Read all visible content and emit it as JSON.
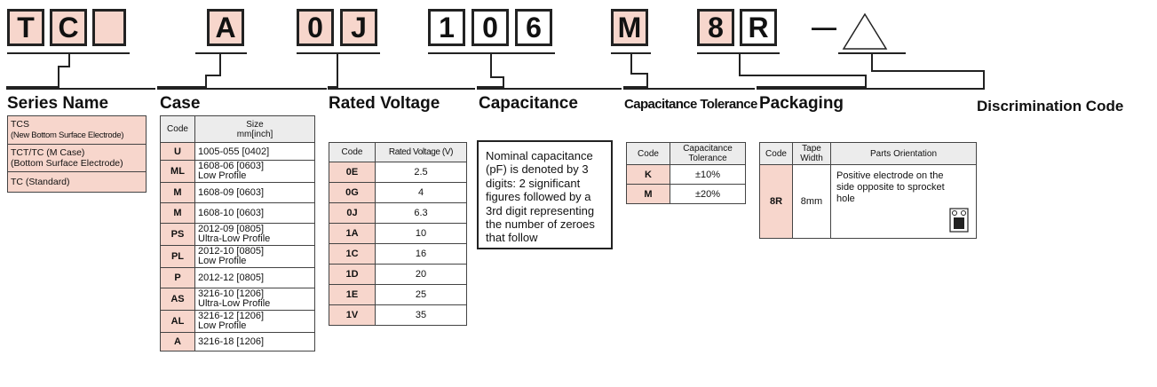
{
  "code_boxes": {
    "b1": "T",
    "b2": "C",
    "b3": "",
    "b4": "A",
    "b5": "0",
    "b6": "J",
    "b7": "1",
    "b8": "0",
    "b9": "6",
    "b10": "M",
    "b11": "8",
    "b12": "R",
    "dash": "—"
  },
  "headers": {
    "series": "Series Name",
    "case": "Case",
    "voltage": "Rated Voltage",
    "capacitance": "Capacitance",
    "tolerance": "Capacitance Tolerance",
    "packaging": "Packaging",
    "discrimination": "Discrimination Code"
  },
  "series": {
    "rows": [
      {
        "line1": "TCS",
        "line2": "(New Bottom Surface Electrode)"
      },
      {
        "line1": "TCT/TC (M Case)",
        "line2": "(Bottom Surface Electrode)"
      },
      {
        "line1": "TC (Standard)",
        "line2": ""
      }
    ]
  },
  "case": {
    "col_code": "Code",
    "col_size1": "Size",
    "col_size2": "mm[inch]",
    "rows": [
      {
        "code": "U",
        "l1": "1005-055 [0402]",
        "l2": ""
      },
      {
        "code": "ML",
        "l1": "1608-06 [0603]",
        "l2": "Low Profile"
      },
      {
        "code": "M",
        "l1": "1608-09 [0603]",
        "l2": ""
      },
      {
        "code": "M",
        "l1": "1608-10 [0603]",
        "l2": ""
      },
      {
        "code": "PS",
        "l1": "2012-09 [0805]",
        "l2": "Ultra-Low Profile"
      },
      {
        "code": "PL",
        "l1": "2012-10 [0805]",
        "l2": "Low Profile"
      },
      {
        "code": "P",
        "l1": "2012-12 [0805]",
        "l2": ""
      },
      {
        "code": "AS",
        "l1": "3216-10 [1206]",
        "l2": "Ultra-Low Profile"
      },
      {
        "code": "AL",
        "l1": "3216-12 [1206]",
        "l2": "Low Profile"
      },
      {
        "code": "A",
        "l1": "3216-18 [1206]",
        "l2": ""
      }
    ]
  },
  "voltage": {
    "col_code": "Code",
    "col_value": "Rated Voltage (V)",
    "rows": [
      {
        "code": "0E",
        "v": "2.5"
      },
      {
        "code": "0G",
        "v": "4"
      },
      {
        "code": "0J",
        "v": "6.3"
      },
      {
        "code": "1A",
        "v": "10"
      },
      {
        "code": "1C",
        "v": "16"
      },
      {
        "code": "1D",
        "v": "20"
      },
      {
        "code": "1E",
        "v": "25"
      },
      {
        "code": "1V",
        "v": "35"
      }
    ]
  },
  "capacitance": {
    "text": "Nominal capacitance (pF) is denoted by 3 digits: 2 significant figures followed by a 3rd digit representing the number of zeroes that follow"
  },
  "tolerance": {
    "col_code": "Code",
    "col_value1": "Capacitance",
    "col_value2": "Tolerance",
    "rows": [
      {
        "code": "K",
        "v": "±10%"
      },
      {
        "code": "M",
        "v": "±20%"
      }
    ]
  },
  "packaging": {
    "col_code": "Code",
    "col_tape1": "Tape",
    "col_tape2": "Width",
    "col_orient": "Parts Orientation",
    "row": {
      "code": "8R",
      "tape": "8mm",
      "orient": "Positive electrode on the side opposite to sprocket hole"
    }
  }
}
